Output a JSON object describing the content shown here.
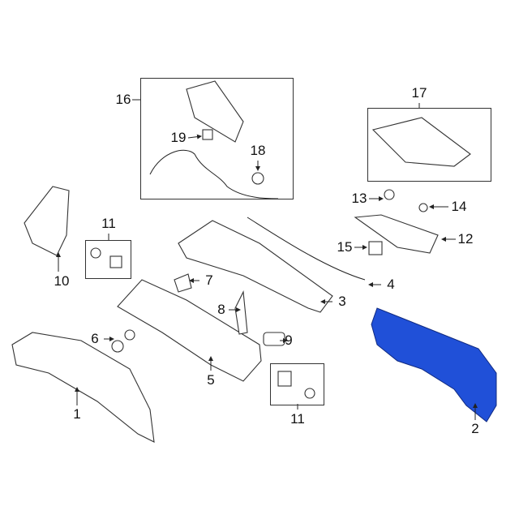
{
  "callouts": [
    "1",
    "2",
    "3",
    "4",
    "5",
    "6",
    "7",
    "8",
    "9",
    "10",
    "11",
    "11",
    "12",
    "13",
    "14",
    "15",
    "16",
    "17",
    "18",
    "19"
  ],
  "colors": {
    "highlight": "#2050d8",
    "line": "#333333"
  }
}
